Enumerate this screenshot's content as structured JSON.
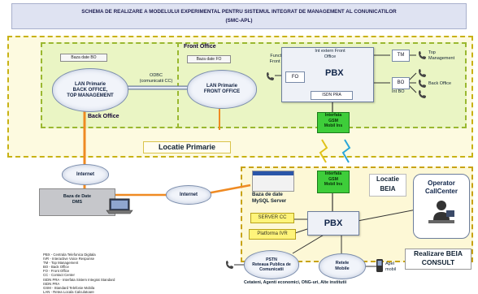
{
  "title": {
    "line1": "SCHEMA DE REALIZARE A MODELULUI EXPERIMENTAL PENTRU SISTEMUL INTEGRAT DE MANAGEMENT AL CONUNICATILOR",
    "line2": "(SMC-APL)"
  },
  "zones": {
    "back_office": "Back Office",
    "front_office": "Front Office",
    "locatie_primarie": "Locatie Primarie",
    "locatie_beia": "Locatie BEIA",
    "realizare_beia": "Realizare BEIA CONSULT",
    "operator_callcenter": "Operator CallCenter"
  },
  "back_office": {
    "db": "Baza date BO",
    "lan": [
      "LAN Primarie",
      "BACK OFFICE,",
      "TOP MANAGEMENT"
    ]
  },
  "link": {
    "label": [
      "ODBC",
      "(comunicatii CC)"
    ]
  },
  "front_office": {
    "db": "Baza date FO",
    "lan": [
      "LAN Primarie",
      "FRONT OFFICE"
    ],
    "functionari": [
      "Functionari",
      "Front Office"
    ],
    "fo": "FO",
    "int_extern": [
      "Int extern Front",
      "Office"
    ],
    "pbx": "PBX",
    "isdn": "ISDN PRA",
    "tm": "TM",
    "top_mgmt": [
      "Top",
      "Management"
    ],
    "bo": "BO",
    "int_bo": "Int BO",
    "back_office": "Back Office",
    "gsm": [
      "Interfata",
      "GSM",
      "Mobil Ins"
    ]
  },
  "internet": {
    "cloud1": "Internet",
    "cloud2": "Internet"
  },
  "dms": {
    "label": [
      "Baza de Date",
      "DMS"
    ]
  },
  "beia": {
    "gsm": [
      "Interfata",
      "GSM",
      "Mobil Ins"
    ],
    "db_title": [
      "Baza de date",
      "MySQL Server"
    ],
    "server_cc": "SERVER CC",
    "platforma_ivr": "Platforma IVR",
    "pbx": "PBX"
  },
  "bottom": {
    "pstn": [
      "PSTN",
      "Reteaua Publica de",
      "Comunicatii"
    ],
    "retele": [
      "Retele",
      "Mobile"
    ],
    "apel": [
      "Apel",
      "mobil"
    ],
    "cetateni": "Cetateni, Agenti economici, ONG-uri, Alte institutii"
  },
  "legend": [
    "PBX - Centrala Telefonica Digitala",
    "IVR - Interactive Voice Response",
    "TM - Top Management",
    "BO - Back Office",
    "FO - Front Office",
    "CC - Contact Center",
    "ISDN PRA - Interfata Sistem Integrat Standard",
    "ISDN PRA",
    "GSM - Standard Telefonie Mobila",
    "LAN - Retea Locala Calculatoare"
  ],
  "colors": {
    "internet_link": "#ef8a22",
    "dashed_yellow": "#c8b214",
    "dashed_green": "#9ab830",
    "gsm_green": "#3ecd3a"
  }
}
